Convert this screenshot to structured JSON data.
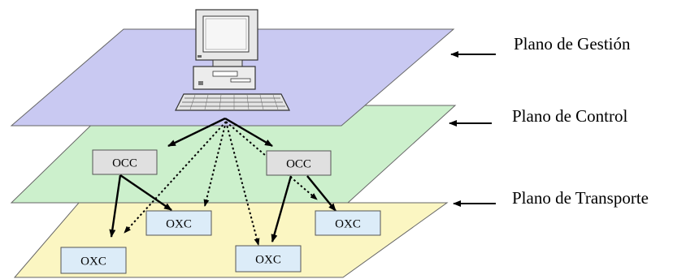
{
  "planes": [
    {
      "id": "gestion",
      "label": "Plano de Gestión",
      "color": "#c9c9f2"
    },
    {
      "id": "control",
      "label": "Plano de Control",
      "color": "#ccf0cc"
    },
    {
      "id": "transporte",
      "label": "Plano de Transporte",
      "color": "#fbf6c2"
    }
  ],
  "control_nodes": [
    {
      "label": "OCC"
    },
    {
      "label": "OCC"
    }
  ],
  "transport_nodes": [
    {
      "label": "OXC"
    },
    {
      "label": "OXC"
    },
    {
      "label": "OXC"
    },
    {
      "label": "OXC"
    }
  ],
  "colors": {
    "occ_fill": "#e0e0e0",
    "oxc_fill": "#dcecf8",
    "outline": "#555555",
    "arrow": "#000000"
  },
  "icons": [
    "desktop-computer-icon"
  ]
}
